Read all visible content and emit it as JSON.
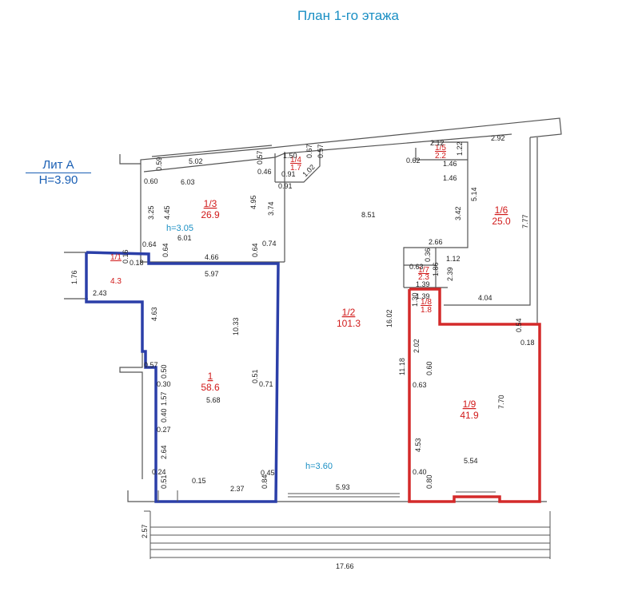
{
  "header": {
    "title": "План 1-го этажа"
  },
  "lit": {
    "name": "Лит А",
    "height": "H=3.90"
  },
  "heights": {
    "upper": "h=3.05",
    "main": "h=3.60"
  },
  "rooms": {
    "r1": {
      "id": "1",
      "area": "58.6"
    },
    "r1_1": {
      "id": "1/1",
      "area": "4.3"
    },
    "r1_2": {
      "id": "1/2",
      "area": "101.3"
    },
    "r1_3": {
      "id": "1/3",
      "area": "26.9"
    },
    "r1_4": {
      "id": "1/4",
      "area": "1.7"
    },
    "r1_5": {
      "id": "1/5",
      "area": "2.2"
    },
    "r1_6": {
      "id": "1/6",
      "area": "25.0"
    },
    "r1_7": {
      "id": "1/7",
      "area": "2.3"
    },
    "r1_8": {
      "id": "1/8",
      "area": "1.8"
    },
    "r1_9": {
      "id": "1/9",
      "area": "41.9"
    }
  },
  "dims": {
    "d_502": "5.02",
    "d_059": "0.59",
    "d_060": "0.60",
    "d_603": "6.03",
    "d_057a": "0.57",
    "d_046": "0.46",
    "d_445": "4.45",
    "d_325": "3.25",
    "d_495": "4.95",
    "d_374": "3.74",
    "d_601": "6.01",
    "d_064a": "0.64",
    "d_064b": "0.64",
    "d_064c": "0.64",
    "d_074": "0.74",
    "d_466": "4.66",
    "d_597": "5.97",
    "d_016": "0.16",
    "d_018": "0.18",
    "d_176": "1.76",
    "d_243": "2.43",
    "d_463": "4.63",
    "d_1033": "10.33",
    "d_057b": "0.57",
    "d_050": "0.50",
    "d_030": "0.30",
    "d_157": "1.57",
    "d_040a": "0.40",
    "d_027": "0.27",
    "d_264": "2.64",
    "d_024": "0.24",
    "d_051a": "0.51",
    "d_051b": "0.51",
    "d_071": "0.71",
    "d_568": "5.68",
    "d_015": "0.15",
    "d_237": "2.37",
    "d_045": "0.45",
    "d_084": "0.84",
    "d_150": "1.50",
    "d_067": "0.67",
    "d_057c": "0.57",
    "d_091a": "0.91",
    "d_091b": "0.91",
    "d_102": "1.02",
    "d_212": "2.12",
    "d_062": "0.62",
    "d_122": "1.22",
    "d_146a": "1.46",
    "d_146b": "1.46",
    "d_514": "5.14",
    "d_292": "2.92",
    "d_777": "7.77",
    "d_851": "8.51",
    "d_342": "3.42",
    "d_266": "2.66",
    "d_112": "1.12",
    "d_063a": "0.63",
    "d_036": "0.36",
    "d_186": "1.86",
    "d_239": "2.39",
    "d_139a": "1.39",
    "d_139b": "1.39",
    "d_130": "1.30",
    "d_404": "4.04",
    "d_1602": "16.02",
    "d_202": "2.02",
    "d_1118": "11.18",
    "d_060b": "0.60",
    "d_063b": "0.63",
    "d_054": "0.54",
    "d_018b": "0.18",
    "d_770": "7.70",
    "d_453": "4.53",
    "d_554": "5.54",
    "d_040b": "0.40",
    "d_080": "0.80",
    "d_593": "5.93",
    "d_257": "2.57",
    "d_1766": "17.66"
  },
  "colors": {
    "blue_outline": "#2b3fa8",
    "red_outline": "#d42a2a",
    "room_label": "#d11a1a",
    "height_label": "#1a8fc4"
  }
}
